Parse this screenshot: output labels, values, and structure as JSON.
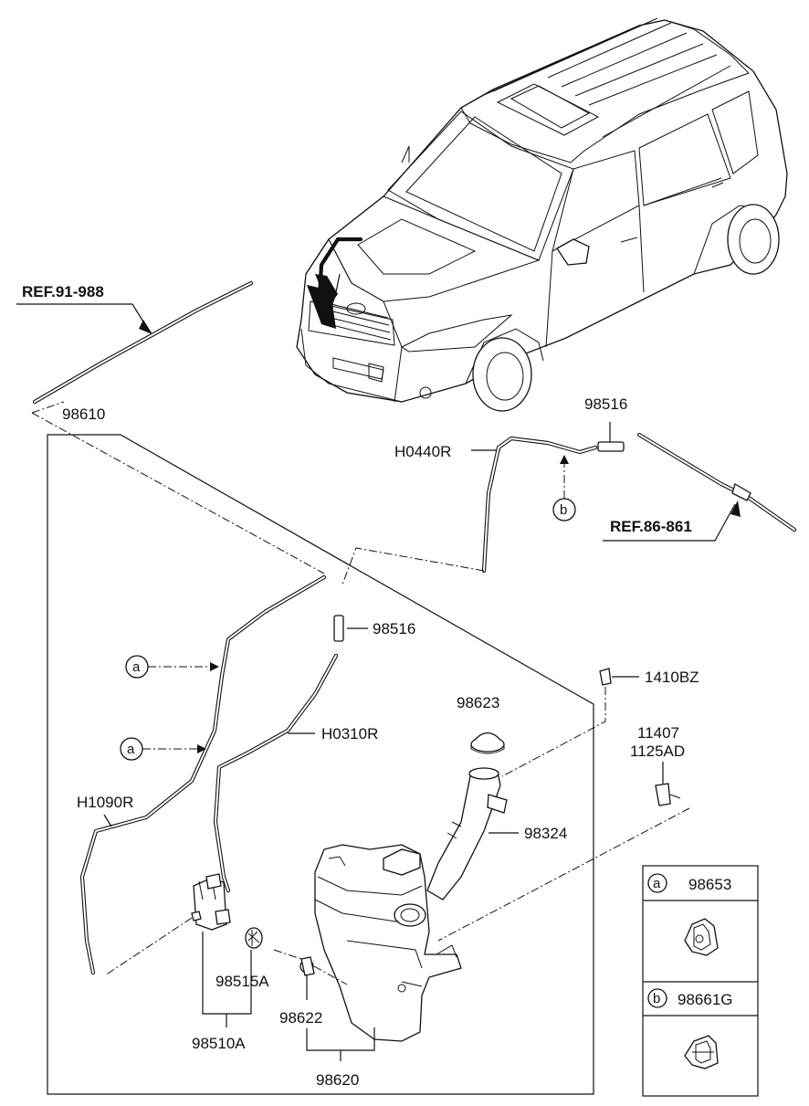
{
  "refs": {
    "ref_body": "REF.91-988",
    "ref_washer": "REF.86-861"
  },
  "parts": {
    "p98610": "98610",
    "h0440r": "H0440R",
    "p98516_top": "98516",
    "p98516_mid": "98516",
    "p1410bz": "1410BZ",
    "p98623": "98623",
    "h0310r": "H0310R",
    "p11407": "11407",
    "p1125ad": "1125AD",
    "h1090r": "H1090R",
    "p98324": "98324",
    "p98515a": "98515A",
    "p98622": "98622",
    "p98510a": "98510A",
    "p98620": "98620"
  },
  "callouts": {
    "a": "a",
    "b": "b"
  },
  "legend": {
    "row_a": {
      "key": "a",
      "part": "98653"
    },
    "row_b": {
      "key": "b",
      "part": "98661G"
    }
  }
}
